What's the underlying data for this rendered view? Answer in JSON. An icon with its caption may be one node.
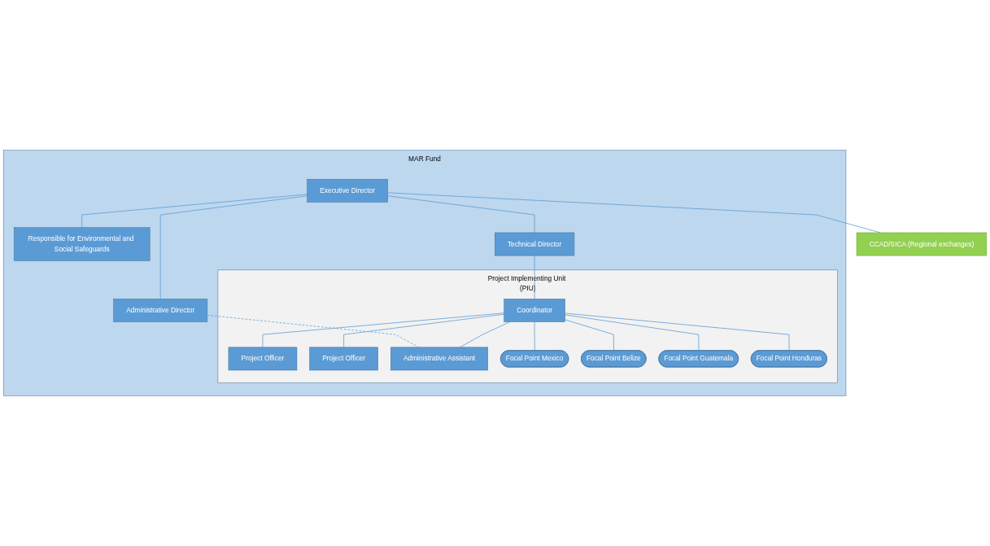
{
  "diagram": {
    "nodes": [
      {
        "text": [
          "MAR Fund"
        ]
      },
      {
        "text": [
          "Executive Director"
        ],
        "in": 0
      },
      {
        "text": [
          "Responsible for Environmental and Social Safeguards"
        ],
        "in": 0
      },
      {
        "text": [
          "CCAD/SICA (Regional exchanges)"
        ]
      },
      {
        "text": [
          "Technical Director"
        ],
        "in": 0
      },
      {
        "text": [
          "Administrative Director"
        ],
        "in": 0
      },
      {
        "text": [
          "Project Implementing Unit (PIU)"
        ],
        "in": 0
      },
      {
        "text": [
          "Coordinator"
        ],
        "in": 6
      },
      {
        "text": [
          "Project Officer"
        ],
        "in": 6
      },
      {
        "text": [
          "Project Officer"
        ],
        "in": 6
      },
      {
        "text": [
          "Administrative Assistant"
        ],
        "in": 6
      },
      {
        "text": [
          "Focal Point Mexico"
        ],
        "in": 6
      },
      {
        "text": [
          "Focal Point Belize"
        ],
        "in": 6
      },
      {
        "text": [
          "Focal Point Guatemala"
        ],
        "in": 6
      },
      {
        "text": [
          "Focal Point Honduras"
        ],
        "in": 6
      }
    ],
    "edges": [
      {
        "from": 1,
        "to": 2,
        "arrow": "none"
      },
      {
        "from": 1,
        "to": 3,
        "arrow": "none"
      },
      {
        "from": 1,
        "to": 4,
        "arrow": "none"
      },
      {
        "from": 1,
        "to": 5,
        "arrow": "none"
      },
      {
        "from": 4,
        "to": 7,
        "arrow": "none"
      },
      {
        "from": 7,
        "to": 8,
        "arrow": "none"
      },
      {
        "from": 7,
        "to": 9,
        "arrow": "none"
      },
      {
        "from": 7,
        "to": 10,
        "arrow": "none"
      },
      {
        "from": 5,
        "to": 10,
        "arrow": "none",
        "style": "dashed"
      },
      {
        "from": 7,
        "to": 11,
        "arrow": "none"
      },
      {
        "from": 7,
        "to": 12,
        "arrow": "none"
      },
      {
        "from": 7,
        "to": 13,
        "arrow": "none"
      },
      {
        "from": 7,
        "to": 14,
        "arrow": "none"
      }
    ]
  }
}
